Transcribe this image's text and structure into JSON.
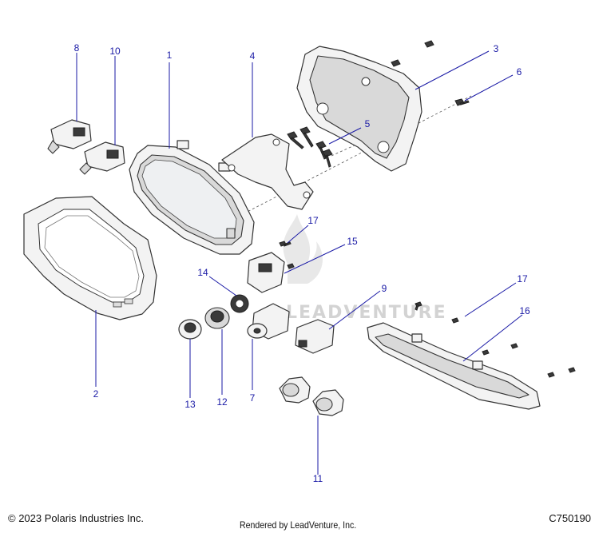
{
  "callouts": [
    "1",
    "2",
    "3",
    "4",
    "5",
    "6",
    "7",
    "8",
    "9",
    "10",
    "11",
    "12",
    "13",
    "14",
    "15",
    "16",
    "17",
    "17"
  ],
  "footer": {
    "copyright": "© 2023 Polaris Industries Inc.",
    "rendered_by": "Rendered by LeadVenture, Inc.",
    "code": "C750190"
  },
  "watermark": "LEADVENTURE",
  "colors": {
    "callout": "#1a1aa6",
    "line": "#333333",
    "part_fill": "#f3f3f3"
  }
}
